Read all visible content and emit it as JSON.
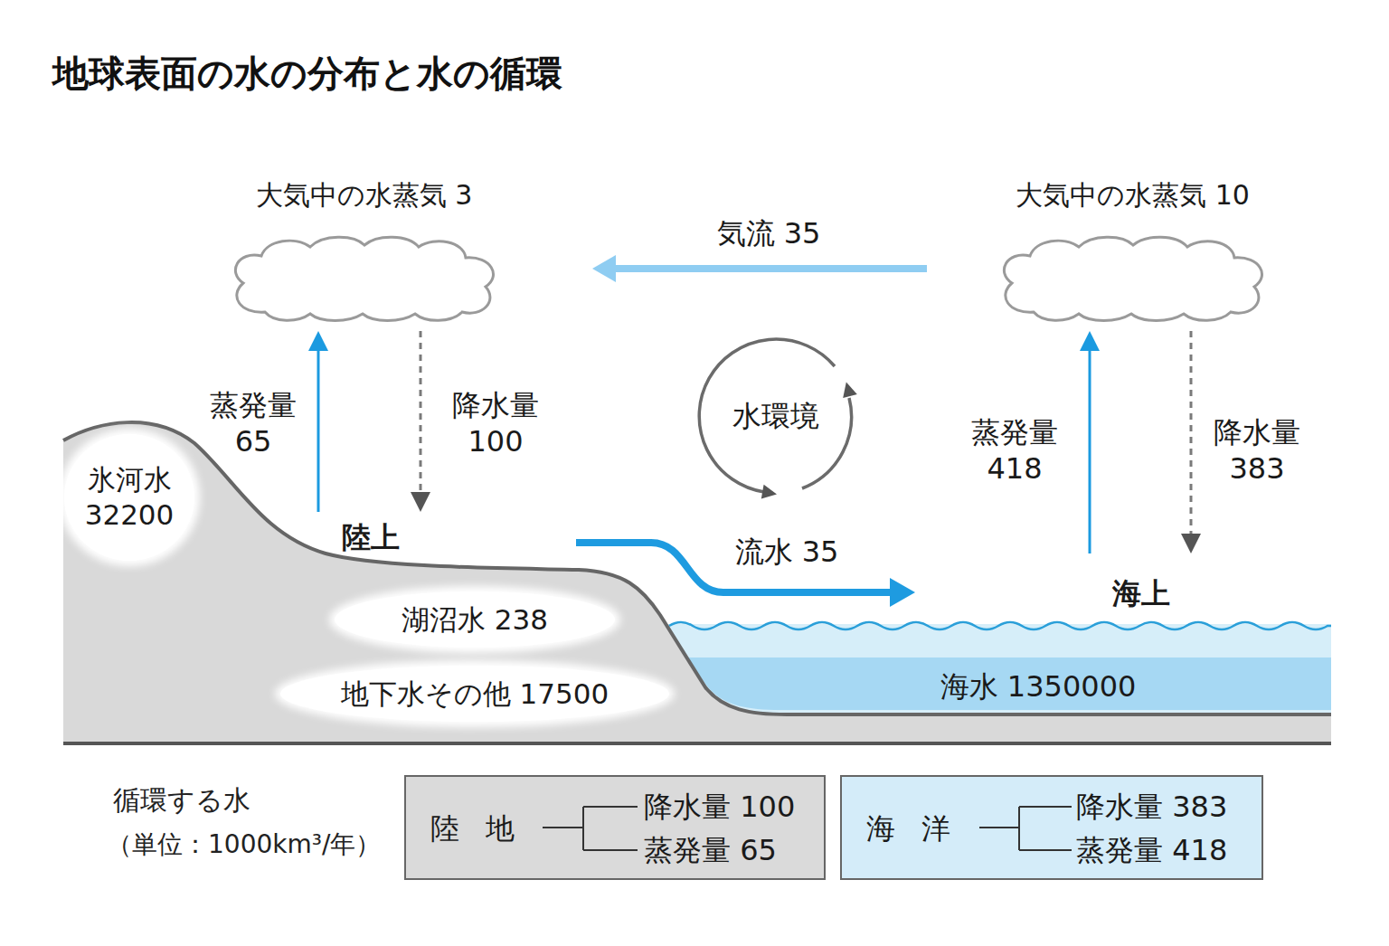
{
  "diagram": {
    "title": "地球表面の水の分布と水の循環",
    "nodes": [
      {
        "text": [
          "大気中の水蒸気 3"
        ]
      },
      {
        "text": [
          "大気中の水蒸気 10"
        ]
      },
      {
        "text": [
          "水環境"
        ]
      },
      {
        "text": [
          "陸上"
        ]
      },
      {
        "text": [
          "氷河水 32200"
        ],
        "in": 3
      },
      {
        "text": [
          "湖沼水 238"
        ],
        "in": 3
      },
      {
        "text": [
          "地下水その他 17500"
        ],
        "in": 3
      },
      {
        "text": [
          "海上",
          "海水 1350000"
        ]
      },
      {
        "text": [
          "陸地",
          "降水量 100",
          "蒸発量 65"
        ]
      },
      {
        "text": [
          "海洋",
          "降水量 383",
          "蒸発量 418"
        ]
      }
    ],
    "edges": [
      {
        "from": 3,
        "to": 0,
        "arrow": "to",
        "label": "蒸発量 65"
      },
      {
        "from": 0,
        "to": 3,
        "arrow": "to",
        "label": "降水量 100"
      },
      {
        "from": 1,
        "to": 0,
        "arrow": "to",
        "label": "気流 35"
      },
      {
        "from": 3,
        "to": 7,
        "arrow": "to",
        "label": "流水 35"
      },
      {
        "from": 7,
        "to": 1,
        "arrow": "to",
        "label": "蒸発量 418"
      },
      {
        "from": 1,
        "to": 7,
        "arrow": "to",
        "label": "降水量 383"
      }
    ],
    "labels": [
      "循環する水",
      "（単位：1000km³/年）"
    ]
  }
}
